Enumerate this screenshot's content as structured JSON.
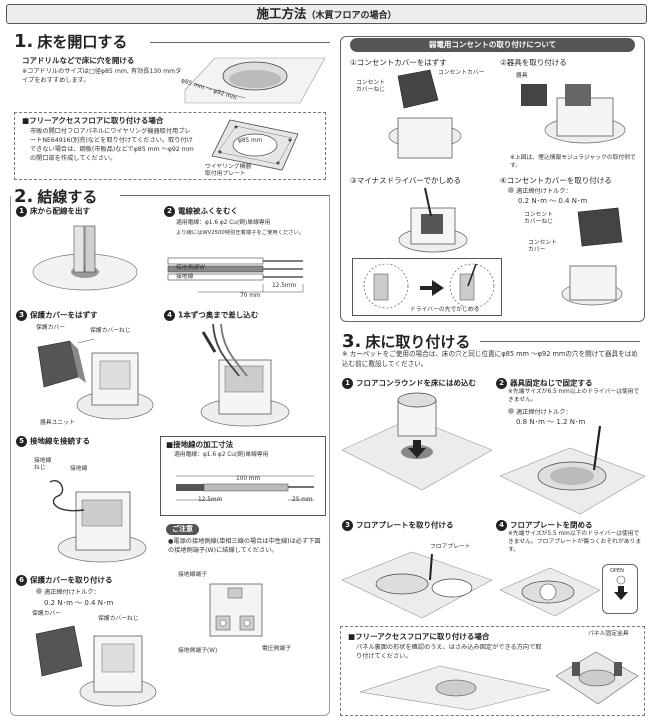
{
  "header": {
    "title": "施工方法",
    "subtitle": "（木質フロアの場合）"
  },
  "s1": {
    "num": "1.",
    "title": "床を開口する",
    "core_title": "コアドリルなどで床に穴を開ける",
    "core_note": "※コアドリルのサイズは□径φ85 mm, 有効長130 mmタイプをおすすめします。",
    "hole_dim": "φ85 mm ～ φ92 mm",
    "access_title": "■フリーアクセスフロアに取り付ける場合",
    "access_note": "市販の開口付フロアパネルにワイヤリング機器取付用プレートNE64916(別売)などを取り付けてください。取り付けできない場合は、鋼板(市販品)などでφ85 mm ～φ92 mmの開口部を作成してください。",
    "plate_dim": "φ85 mm",
    "plate_label": "ワイヤリング機器\n取付用プレート"
  },
  "s2": {
    "num": "2.",
    "title": "結線する",
    "st1": {
      "n": "1",
      "t": "床から配線を出す"
    },
    "st2": {
      "n": "2",
      "t": "電線被ふくをむく",
      "n1": "適用電線：φ1.6 φ2 Cu(銅)単線専用",
      "n2": "より線にはWV2500特別圧着端子をご使用ください。",
      "lbl_w": "接地側線W",
      "lbl_g": "接地線",
      "d_12": "12.5mm",
      "d_70": "70 mm"
    },
    "st3": {
      "n": "3",
      "t": "保護カバーをはずす",
      "l1": "保護カバー",
      "l2": "保護カバーねじ",
      "l3": "器具ユニット"
    },
    "st4": {
      "n": "4",
      "t": "1本ずつ奥まで差し込む"
    },
    "st5": {
      "n": "5",
      "t": "接地線を接続する",
      "l1": "接地線\nねじ",
      "l2": "接地線"
    },
    "st6": {
      "n": "6",
      "t": "保護カバーを取り付ける",
      "torque": "適正締付けトルク：",
      "torque_v": "0.2 N･m ～ 0.4 N･m",
      "l1": "保護カバー",
      "l2": "保護カバーねじ"
    },
    "ground": {
      "title": "■接地線の加工寸法",
      "sub": "適用電線：φ1.6 φ2 Cu(銅)単線専用",
      "d100": "100 mm",
      "d12": "12.5mm",
      "d25": "25 mm"
    },
    "caution": {
      "title": "ご注意",
      "text": "●電源の接地側線(単相三線の場合は中性線)は必ず下図の接地側端子(W)に結線してください。",
      "l1": "接地線端子",
      "l2": "接地側端子(W)",
      "l3": "電圧側端子"
    }
  },
  "weak": {
    "title": "弱電用コンセントの取り付けについて",
    "a": {
      "t": "①コンセントカバーをはずす",
      "l1": "コンセント\nカバーねじ",
      "l2": "コンセントカバー"
    },
    "b": {
      "t": "②器具を取り付ける",
      "l1": "器具",
      "note": "※上図は、埋込情報モジュラジャックの取付例です。"
    },
    "c": {
      "t": "③マイナスドライバーでかしめる",
      "cap": "ドライバーの先でかしめる"
    },
    "d": {
      "t": "④コンセントカバーを取り付ける",
      "torque": "適正締付けトルク：",
      "torque_v": "0.2 N･m ～ 0.4 N･m",
      "l1": "コンセント\nカバーねじ",
      "l2": "コンセント\nカバー"
    }
  },
  "s3": {
    "num": "3.",
    "title": "床に取り付ける",
    "note": "※ カーペットをご使用の場合は、床の穴と同じ位置にφ85 mm ～φ92 mmの穴を開けて器具をはめ込む前に敷設してください。",
    "st1": {
      "n": "1",
      "t": "フロアコンラウンドを床にはめ込む"
    },
    "st2": {
      "n": "2",
      "t": "器具固定ねじで固定する",
      "n1": "※先端サイズが6.5 mm以上のドライバーは使用できません。",
      "torque": "適正締付けトルク：",
      "torque_v": "0.8 N･m ～ 1.2 N･m"
    },
    "st3": {
      "n": "3",
      "t": "フロアプレートを取り付ける",
      "l1": "フロアプレート"
    },
    "st4": {
      "n": "4",
      "t": "フロアプレートを閉める",
      "n1": "※先端サイズが5.5 mm以下のドライバーは使用できません。フロアプレートが傷つくおそれがあります。",
      "open": "OPEN"
    },
    "access": {
      "title": "■フリーアクセスフロアに取り付ける場合",
      "note": "パネル裏面の形状を確認のうえ、はさみ込み固定ができる方向で取り付けてください。",
      "l1": "パネル固定金具"
    }
  }
}
